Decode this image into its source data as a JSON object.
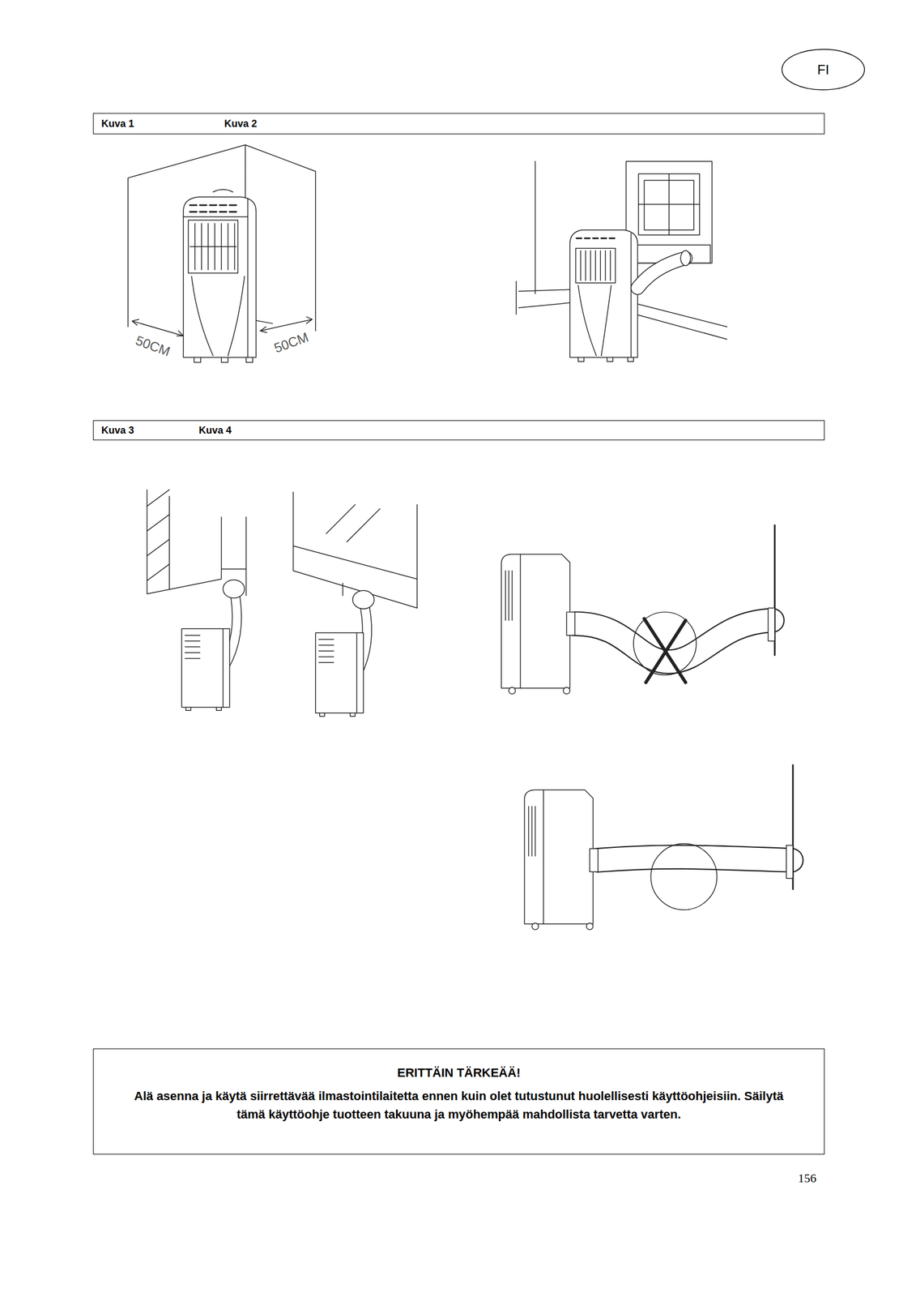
{
  "diagram": {
    "nodes": [
      {
        "text": [
          "FI"
        ]
      },
      {
        "text": [
          "Kuva 1",
          "Kuva 2"
        ]
      },
      {
        "text": [
          "Kuva 3",
          "Kuva 4"
        ]
      },
      {
        "text": [
          "ERITTÄIN TÄRKEÄÄ!",
          "Alä asenna ja käytä siirrettävää ilmastointilaitetta ennen kuin olet tutustunut huolellisesti käyttöohjeisiin. Säilytä tämä käyttöohje tuotteen takuuna ja myöhempää mahdollista tarvetta varten."
        ]
      }
    ],
    "edges": [],
    "labels": [
      "50CM",
      "50CM",
      "156"
    ]
  }
}
